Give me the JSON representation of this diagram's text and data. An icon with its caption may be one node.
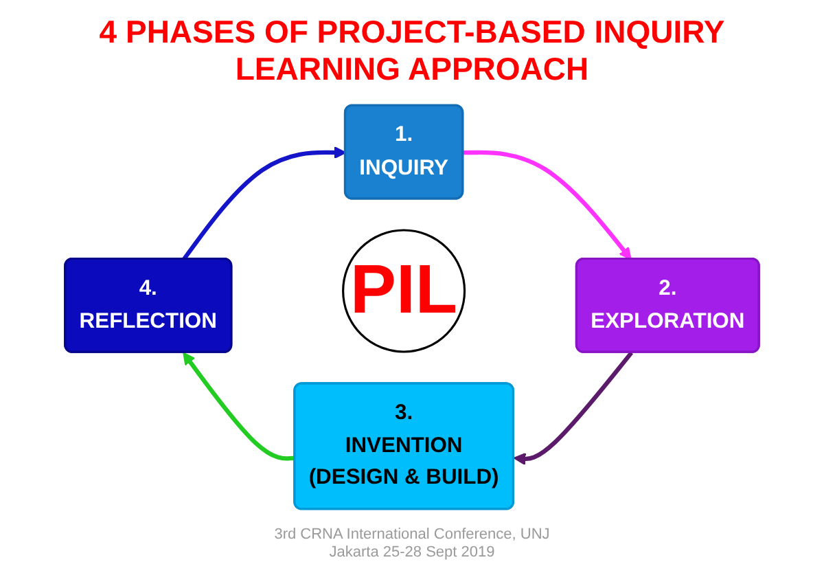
{
  "diagram": {
    "title": "4 PHASES OF PROJECT-BASED INQUIRY LEARNING APPROACH",
    "caption": "3rd CRNA International Conference, UNJ Jakarta 25-28 Sept 2019",
    "nodes": [
      {
        "text": [
          "1.",
          "INQUIRY"
        ]
      },
      {
        "text": [
          "2.",
          "EXPLORATION"
        ]
      },
      {
        "text": [
          "3.",
          "INVENTION",
          "(DESIGN & BUILD)"
        ]
      },
      {
        "text": [
          "4.",
          "REFLECTION"
        ]
      },
      {
        "text": [
          "PIL"
        ]
      }
    ],
    "edges": [
      {
        "from": 0,
        "to": 1,
        "arrow": "to",
        "color": "#ff33ff"
      },
      {
        "from": 1,
        "to": 2,
        "arrow": "to",
        "color": "#5c1a6b"
      },
      {
        "from": 2,
        "to": 3,
        "arrow": "to",
        "color": "#22cc22"
      },
      {
        "from": 3,
        "to": 0,
        "arrow": "to",
        "color": "#1414c8"
      }
    ]
  }
}
